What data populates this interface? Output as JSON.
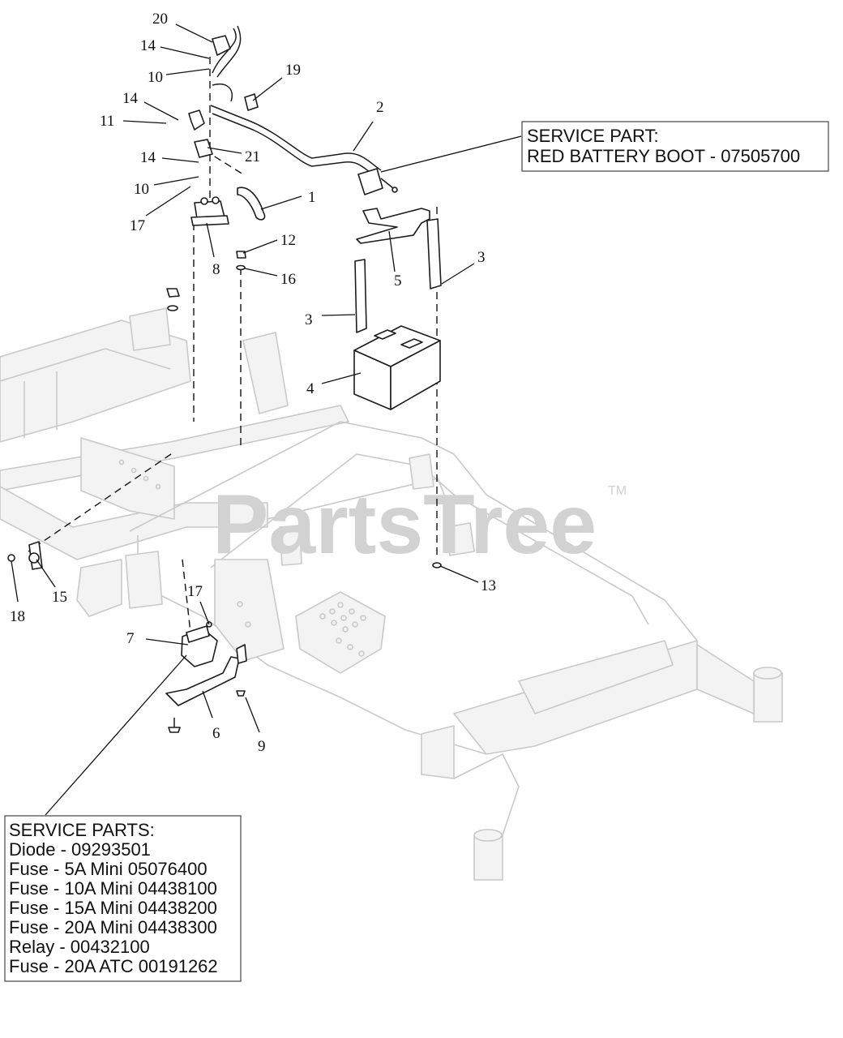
{
  "callouts": [
    {
      "id": "20",
      "label": "20"
    },
    {
      "id": "14a",
      "label": "14"
    },
    {
      "id": "10a",
      "label": "10"
    },
    {
      "id": "19",
      "label": "19"
    },
    {
      "id": "14b",
      "label": "14"
    },
    {
      "id": "2",
      "label": "2"
    },
    {
      "id": "11",
      "label": "11"
    },
    {
      "id": "14c",
      "label": "14"
    },
    {
      "id": "21",
      "label": "21"
    },
    {
      "id": "10b",
      "label": "10"
    },
    {
      "id": "1",
      "label": "1"
    },
    {
      "id": "17a",
      "label": "17"
    },
    {
      "id": "12",
      "label": "12"
    },
    {
      "id": "8",
      "label": "8"
    },
    {
      "id": "16",
      "label": "16"
    },
    {
      "id": "5",
      "label": "5"
    },
    {
      "id": "3a",
      "label": "3"
    },
    {
      "id": "3b",
      "label": "3"
    },
    {
      "id": "4",
      "label": "4"
    },
    {
      "id": "13",
      "label": "13"
    },
    {
      "id": "15",
      "label": "15"
    },
    {
      "id": "18",
      "label": "18"
    },
    {
      "id": "17b",
      "label": "17"
    },
    {
      "id": "7",
      "label": "7"
    },
    {
      "id": "6",
      "label": "6"
    },
    {
      "id": "9",
      "label": "9"
    }
  ],
  "service_part_box": {
    "line1": "SERVICE PART:",
    "line2": "RED BATTERY BOOT - 07505700"
  },
  "service_parts_box": {
    "heading": "SERVICE PARTS:",
    "items": [
      "Diode - 09293501",
      "Fuse - 5A Mini 05076400",
      "Fuse - 10A Mini 04438100",
      "Fuse - 15A Mini 04438200",
      "Fuse - 20A Mini 04438300",
      "Relay - 00432100",
      "Fuse - 20A ATC 00191262"
    ]
  },
  "watermark": {
    "text": "PartsTree",
    "tm": "TM"
  }
}
